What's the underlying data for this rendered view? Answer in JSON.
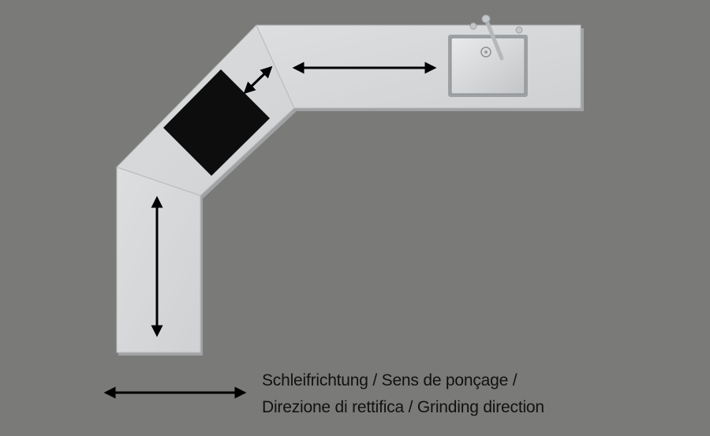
{
  "legend": {
    "line1": "Schleifrichtung / Sens de ponçage /",
    "line2": "Direzione di rettifica / Grinding direction"
  },
  "colors": {
    "background": "#7a7a79",
    "countertop": "#d6d8da",
    "countertop_edge": "#9c9ea0",
    "cooktop": "#0d0d0d",
    "arrow": "#000000",
    "text": "#111111"
  },
  "icons": {
    "arrow": "double-headed-arrow",
    "sink": "stainless-sink-with-faucet"
  }
}
